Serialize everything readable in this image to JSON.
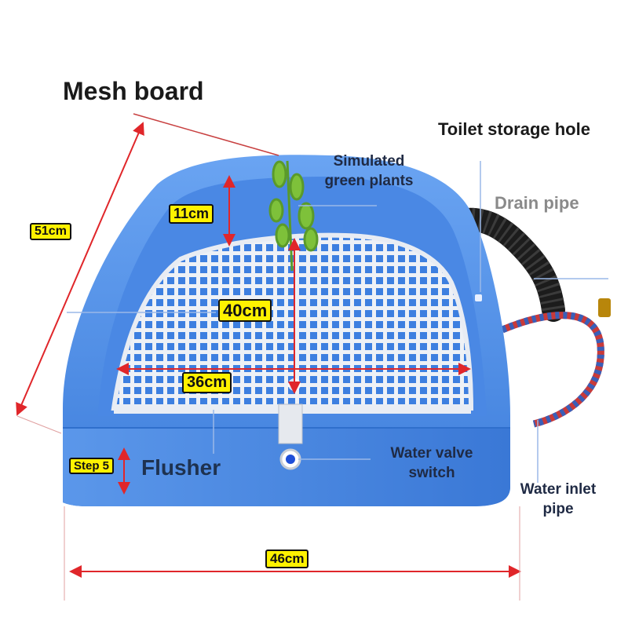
{
  "labels": {
    "mesh_board": "Mesh board",
    "toilet_storage_hole": "Toilet storage hole",
    "simulated_green_plants": "Simulated\ngreen plants",
    "drain_pipe": "Drain pipe",
    "flusher": "Flusher",
    "water_valve_switch": "Water valve\nswitch",
    "water_inlet_pipe": "Water inlet\npipe"
  },
  "dimensions": {
    "length": "51cm",
    "height": "11cm",
    "mesh_length": "40cm",
    "mesh_width": "36cm",
    "step": "Step 5",
    "width": "46cm"
  },
  "colors": {
    "tray_blue": "#4f8ee8",
    "tray_dark": "#2f6fcc",
    "mesh_white": "#f2f4f8",
    "dimension_red": "#e0262a",
    "tag_yellow": "#fff200",
    "pipe_black": "#1c1c1c",
    "hose_red": "#c83a3a",
    "hose_blue": "#3a5fb8"
  }
}
